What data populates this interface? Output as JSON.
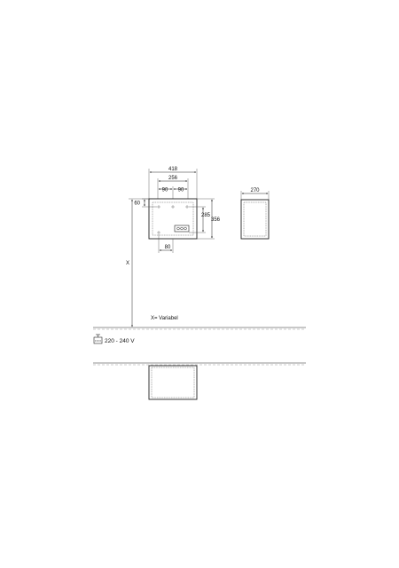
{
  "front_view": {
    "width_label": "418",
    "inner_width_label": "256",
    "left_spacing_label": "90",
    "right_spacing_label": "90",
    "top_offset_label": "60",
    "inner_height_label": "285",
    "height_label": "356",
    "bottom_offset_label": "80"
  },
  "side_view": {
    "depth_label": "270"
  },
  "height_variable": {
    "symbol": "X",
    "legend": "X= Variabel"
  },
  "electrical": {
    "voltage": "220 - 240 V",
    "icon": "power-outlet-icon"
  },
  "colors": {
    "line": "#222222",
    "hatch": "#999999"
  }
}
